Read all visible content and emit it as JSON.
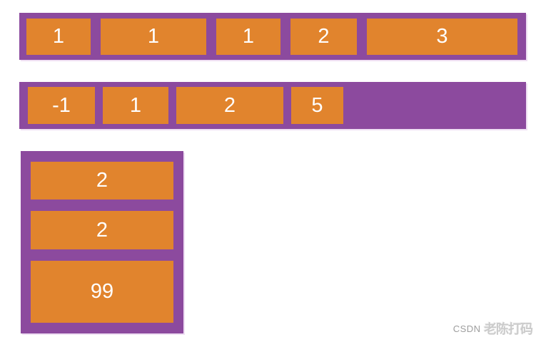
{
  "colors": {
    "background": "#ffffff",
    "container": "#8c4a9e",
    "item": "#e1842d",
    "item_text": "#ffffff",
    "watermark_prefix": "#9d9d9d",
    "watermark_name": "#cbcbcb"
  },
  "row1": {
    "items": [
      "1",
      "1",
      "1",
      "2",
      "3"
    ]
  },
  "row2": {
    "items": [
      "-1",
      "1",
      "2",
      "5"
    ]
  },
  "column1": {
    "items": [
      "2",
      "2",
      "99"
    ]
  },
  "watermark": {
    "prefix": "CSDN",
    "name": "老陈打码"
  }
}
